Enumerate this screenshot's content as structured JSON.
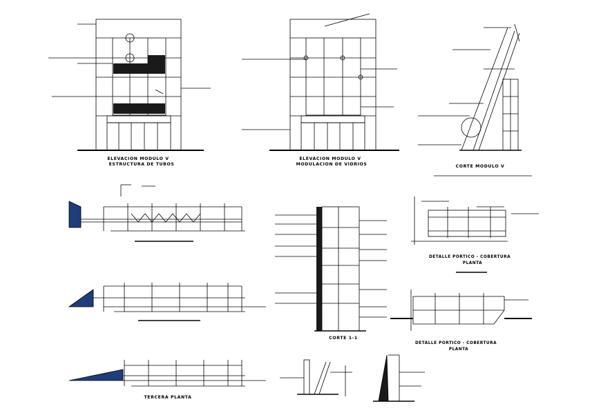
{
  "title": "",
  "colors": {
    "ink": "#000000",
    "fill_dark": "#1a1a1a",
    "fill_blue": "#1f3d7a",
    "paper": "#ffffff"
  },
  "views": [
    {
      "id": "elev1",
      "caption_lines": [
        "ELEVACION MODULO V",
        "ESTRUCTURA DE TUBOS"
      ]
    },
    {
      "id": "elev2",
      "caption_lines": [
        "ELEVACION MODULO V",
        "MODULACION DE VIDRIOS"
      ]
    },
    {
      "id": "corte_modulo",
      "caption_lines": [
        "CORTE MODULO V"
      ]
    },
    {
      "id": "corte_1",
      "caption_lines": [
        "CORTE 1-1"
      ]
    },
    {
      "id": "detalle1",
      "caption_lines": [
        "DETALLE PORTICO - COBERTURA",
        "PLANTA"
      ]
    },
    {
      "id": "detalle2",
      "caption_lines": [
        "DETALLE PORTICO - COBERTURA",
        "PLANTA"
      ]
    },
    {
      "id": "tercera",
      "caption_lines": [
        "TERCERA PLANTA"
      ]
    }
  ]
}
